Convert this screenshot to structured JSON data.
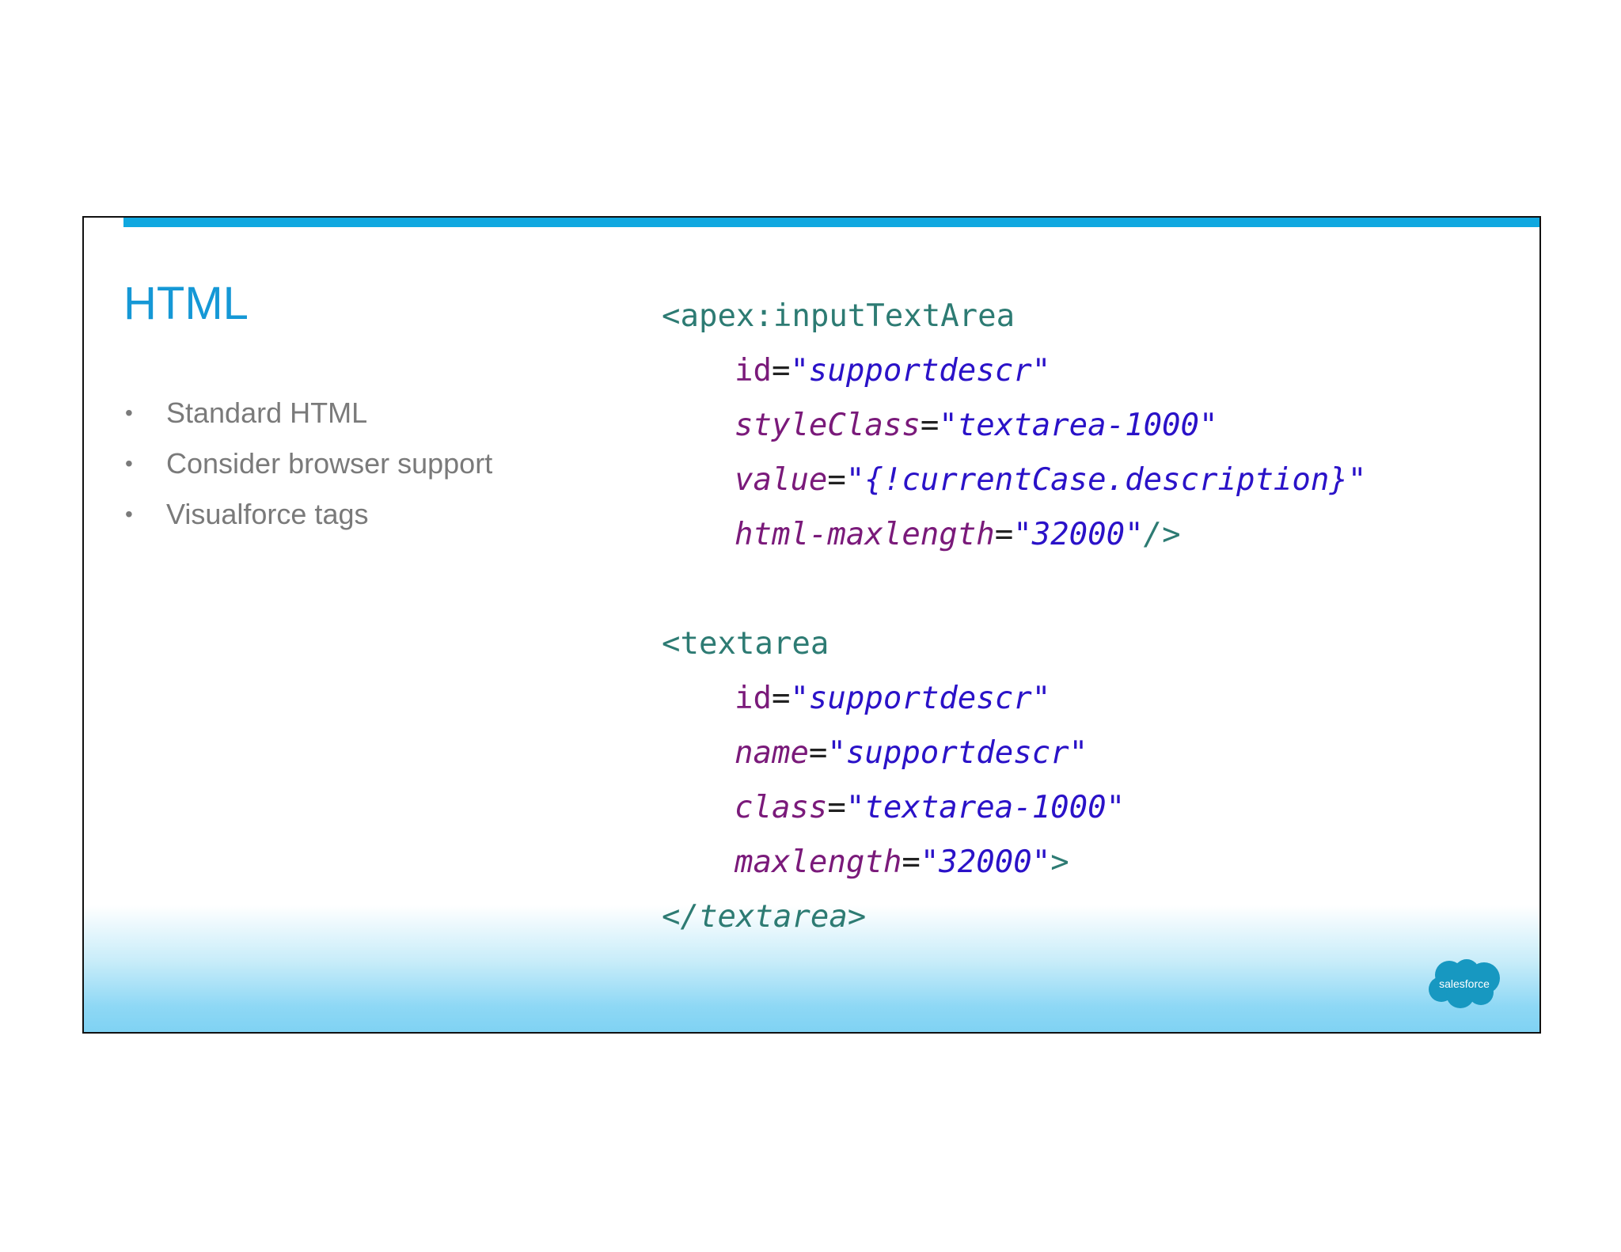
{
  "slide": {
    "title": "HTML",
    "bullets": [
      "Standard HTML",
      "Consider browser support",
      "Visualforce tags"
    ],
    "bullet_glyph": "•",
    "logo_text": "salesforce"
  },
  "code": {
    "block1": {
      "open_tag": "<apex:inputTextArea",
      "attr1_name": "id",
      "attr1_value": "\"supportdescr\"",
      "attr2_name": "styleClass",
      "attr2_value": "\"textarea-1000\"",
      "attr3_name": "value",
      "attr3_value": "\"{!currentCase.description}\"",
      "attr4_name": "html-maxlength",
      "attr4_value": "\"32000\"",
      "close": "/>"
    },
    "block2": {
      "open_tag": "<textarea",
      "attr1_name": "id",
      "attr1_value": "\"supportdescr\"",
      "attr2_name": "name",
      "attr2_value": "\"supportdescr\"",
      "attr3_name": "class",
      "attr3_value": "\"textarea-1000\"",
      "attr4_name": "maxlength",
      "attr4_value": "\"32000\"",
      "close": ">",
      "end_tag": "</textarea>"
    },
    "equals": "="
  },
  "colors": {
    "accent": "#10a8e0",
    "title": "#1598d6",
    "tag": "#2d7b73",
    "attribute": "#7a1a7a",
    "value": "#2a12c8"
  }
}
